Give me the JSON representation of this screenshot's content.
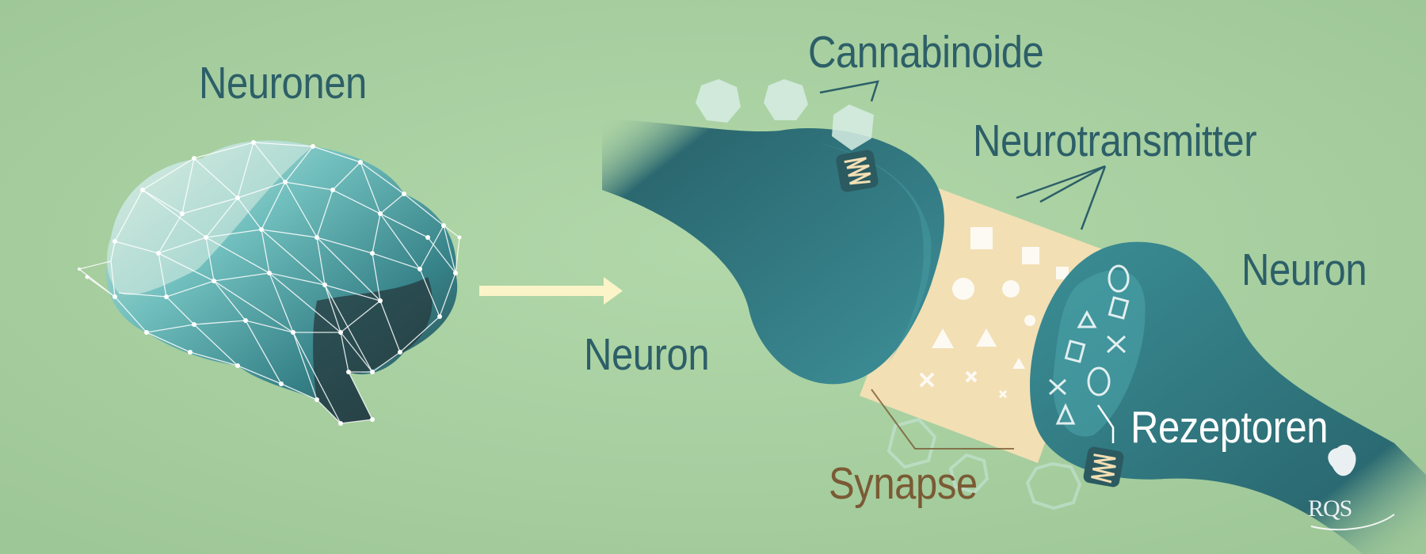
{
  "labels": {
    "neuronen": "Neuronen",
    "cannabinoide": "Cannabinoide",
    "neurotransmitter": "Neurotransmitter",
    "neuron_right": "Neuron",
    "neuron_left": "Neuron",
    "rezeptoren": "Rezeptoren",
    "synapse": "Synapse"
  },
  "logo": {
    "text": "RQS"
  },
  "colors": {
    "background": "#a8d1a2",
    "label_dark": "#2d5f68",
    "label_light": "#ffffff",
    "label_synapse": "#7a5a34",
    "neuron": "#2e6f78",
    "synaptic_cleft": "#f2dfb4",
    "arrow": "#fbf4c8"
  },
  "icons": [
    "brain-network-icon",
    "arrow-right-icon",
    "receptor-icon",
    "logo-lion-icon"
  ]
}
